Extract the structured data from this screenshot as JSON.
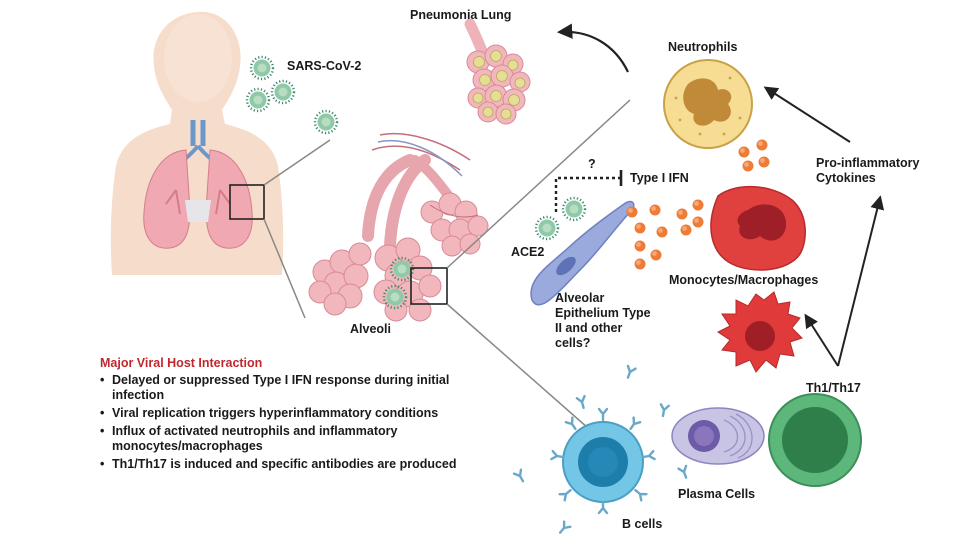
{
  "labels": {
    "sars_cov_2": "SARS-CoV-2",
    "pneumonia_lung": "Pneumonia Lung",
    "neutrophils": "Neutrophils",
    "pro_inflammatory_cytokines": "Pro-inflammatory Cytokines",
    "question_mark": "?",
    "type_i_ifn": "Type I IFN",
    "ace2": "ACE2",
    "alveoli": "Alveoli",
    "alveolar_epithelium": "Alveolar Epithelium Type II and other cells?",
    "monocytes_macrophages": "Monocytes/Macrophages",
    "th1_th17": "Th1/Th17",
    "plasma_cells": "Plasma Cells",
    "b_cells": "B cells"
  },
  "interaction_panel": {
    "title": "Major Viral Host Interaction",
    "bullets": [
      "Delayed or suppressed Type I IFN response during initial infection",
      "Viral replication triggers hyperinflammatory conditions",
      "Influx of activated neutrophils and inflammatory monocytes/macrophages",
      "Th1/Th17 is induced and specific antibodies are produced"
    ]
  },
  "colors": {
    "title_red": "#c0282e",
    "skin": "#f6dccb",
    "lung": "#f0a8b2",
    "virus": "#8fc9a8",
    "neutrophil": "#f7dc94",
    "macrophage": "#e0403e",
    "cytokine": "#ee7b36",
    "b_cell": "#74c6e6",
    "plasma_cell": "#b9b6dc",
    "t_cell": "#5db77a",
    "epithelium": "#9aaadc"
  }
}
